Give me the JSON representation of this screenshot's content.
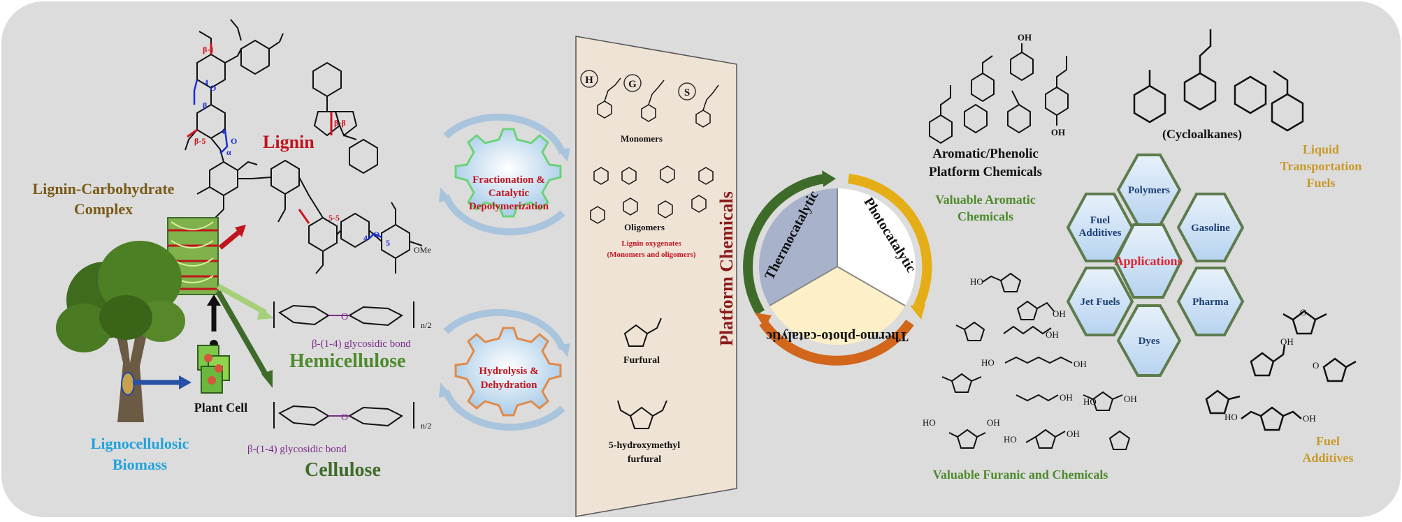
{
  "colors": {
    "background": "#dcdcdc",
    "lignin_red": "#c0141e",
    "lcc_brown": "#7a5a16",
    "green_dark": "#3f6b2a",
    "green_mid": "#4e8a2d",
    "blue_biomass": "#21a3dc",
    "purple": "#7a2a8a",
    "gold": "#c89a2a",
    "platform_red": "#8b1a1a",
    "panel_fill": "#efe3d6",
    "hex_fill": "#cfe2f6",
    "hex_border": "#5d7c4c"
  },
  "biomass": {
    "lcc_line1": "Lignin-Carbohydrate",
    "lcc_line2": "Complex",
    "lignin": "Lignin",
    "hemicellulose": "Hemicellulose",
    "cellulose": "Cellulose",
    "plant_cell": "Plant Cell",
    "biomass_line1": "Lignocellulosic",
    "biomass_line2": "Biomass",
    "glycosidic_hemi": "β-(1-4) glycosidic bond",
    "glycosidic_cell": "β-(1-4) glycosidic bond",
    "n2_hemi": "n/2",
    "n2_cell": "n/2"
  },
  "lignin_bonds": {
    "b1": "β-1",
    "b5": "β-5",
    "bb": "β-β",
    "five5": "5-5",
    "alpha": "α",
    "beta": "β",
    "four_a": "4",
    "four_b": "4",
    "four_c": "4",
    "five_c": "5",
    "ome": "OMe",
    "o_a": "O",
    "o_b": "O",
    "o_c": "O"
  },
  "processes": {
    "fractionation_line1": "Fractionation &",
    "fractionation_line2": "Catalytic",
    "fractionation_line3": "Depolymerization",
    "hydrolysis_line1": "Hydrolysis &",
    "hydrolysis_line2": "Dehydration"
  },
  "panel": {
    "H": "H",
    "G": "G",
    "S": "S",
    "monomers": "Monomers",
    "oligomers": "Oligomers",
    "oxygenates_line1": "Lignin oxygenates",
    "oxygenates_line2": "(Monomers and oligomers)",
    "furfural": "Furfural",
    "hmf_line1": "5-hydroxymethyl",
    "hmf_line2": "furfural",
    "platform": "Platform Chemicals"
  },
  "catalysis": {
    "thermo": "Thermocatalytic",
    "photo": "Photocatalytic",
    "thermo_photo": "Thermo-photo-catalytic"
  },
  "products": {
    "aromatic_line1": "Aromatic/Phenolic",
    "aromatic_line2": "Platform Chemicals",
    "valuable_aromatic_line1": "Valuable Aromatic",
    "valuable_aromatic_line2": "Chemicals",
    "cycloalkanes": "(Cycloalkanes)",
    "liquid_line1": "Liquid",
    "liquid_line2": "Transportation",
    "liquid_line3": "Fuels",
    "fuel_add_line1": "Fuel",
    "fuel_add_line2": "Additives",
    "furanic": "Valuable Furanic and Chemicals",
    "oh": "OH",
    "o": "O",
    "ho": "HO"
  },
  "applications": {
    "center": "Applications",
    "polymers": "Polymers",
    "gasoline": "Gasoline",
    "pharma": "Pharma",
    "dyes": "Dyes",
    "jet": "Jet Fuels",
    "fuel_add_line1": "Fuel",
    "fuel_add_line2": "Additives"
  }
}
